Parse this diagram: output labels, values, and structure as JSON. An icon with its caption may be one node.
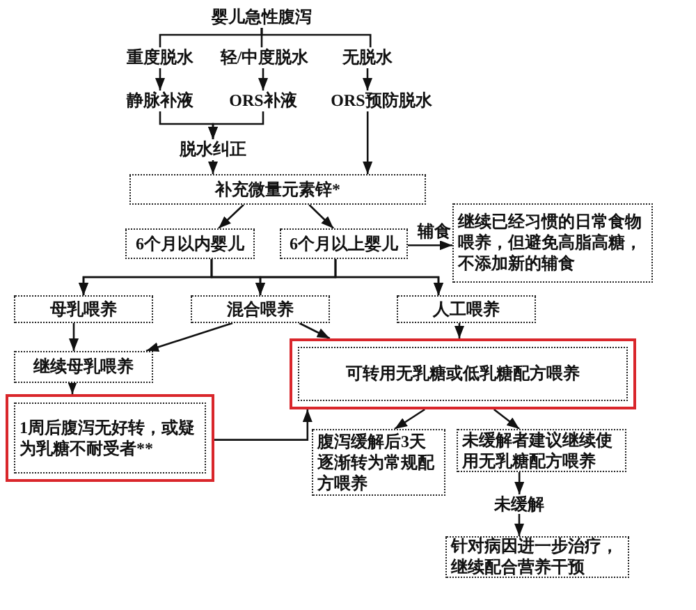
{
  "diagram": {
    "nodes": [
      {
        "text": [
          "婴儿急性腹泻"
        ]
      },
      {
        "text": [
          "重度脱水"
        ]
      },
      {
        "text": [
          "轻/中度脱水"
        ]
      },
      {
        "text": [
          "无脱水"
        ]
      },
      {
        "text": [
          "静脉补液"
        ]
      },
      {
        "text": [
          "ORS补液"
        ]
      },
      {
        "text": [
          "ORS预防脱水"
        ]
      },
      {
        "text": [
          "脱水纠正"
        ]
      },
      {
        "text": [
          "补充微量元素锌*"
        ]
      },
      {
        "text": [
          "6个月以内婴儿"
        ]
      },
      {
        "text": [
          "6个月以上婴儿"
        ]
      },
      {
        "text": [
          "继续已经习惯的日常食物喂养，但避免高脂高糖，不添加新的辅食"
        ]
      },
      {
        "text": [
          "母乳喂养"
        ]
      },
      {
        "text": [
          "混合喂养"
        ]
      },
      {
        "text": [
          "人工喂养"
        ]
      },
      {
        "text": [
          "继续母乳喂养"
        ]
      },
      {
        "text": [
          "可转用无乳糖或低乳糖配方喂养"
        ]
      },
      {
        "text": [
          "1周后腹泻无好转，或疑为乳糖不耐受者**"
        ]
      },
      {
        "text": [
          "腹泻缓解后3天逐渐转为常规配方喂养"
        ]
      },
      {
        "text": [
          "未缓解者建议继续使用无乳糖配方喂养"
        ]
      },
      {
        "text": [
          "未缓解"
        ]
      },
      {
        "text": [
          "针对病因进一步治疗，继续配合营养干预"
        ]
      }
    ],
    "edges": [
      {
        "from": 0,
        "to": 1,
        "arrow": "none"
      },
      {
        "from": 0,
        "to": 2,
        "arrow": "none"
      },
      {
        "from": 0,
        "to": 3,
        "arrow": "none"
      },
      {
        "from": 1,
        "to": 4,
        "arrow": "to"
      },
      {
        "from": 2,
        "to": 5,
        "arrow": "to"
      },
      {
        "from": 3,
        "to": 6,
        "arrow": "to"
      },
      {
        "from": 4,
        "to": 7,
        "arrow": "to"
      },
      {
        "from": 5,
        "to": 7,
        "arrow": "to"
      },
      {
        "from": 7,
        "to": 8,
        "arrow": "to"
      },
      {
        "from": 6,
        "to": 8,
        "arrow": "to"
      },
      {
        "from": 8,
        "to": 9,
        "arrow": "to"
      },
      {
        "from": 8,
        "to": 10,
        "arrow": "to"
      },
      {
        "from": 10,
        "to": 11,
        "label": "辅食",
        "arrow": "to"
      },
      {
        "from": 9,
        "to": 12,
        "arrow": "to"
      },
      {
        "from": 9,
        "to": 13,
        "arrow": "to"
      },
      {
        "from": 9,
        "to": 14,
        "arrow": "to"
      },
      {
        "from": 10,
        "to": 12,
        "arrow": "to"
      },
      {
        "from": 10,
        "to": 13,
        "arrow": "to"
      },
      {
        "from": 10,
        "to": 14,
        "arrow": "to"
      },
      {
        "from": 12,
        "to": 15,
        "arrow": "to"
      },
      {
        "from": 13,
        "to": 15,
        "arrow": "to"
      },
      {
        "from": 13,
        "to": 16,
        "arrow": "to"
      },
      {
        "from": 14,
        "to": 16,
        "arrow": "to"
      },
      {
        "from": 15,
        "to": 17,
        "arrow": "to"
      },
      {
        "from": 17,
        "to": 16,
        "arrow": "to"
      },
      {
        "from": 16,
        "to": 18,
        "arrow": "to"
      },
      {
        "from": 16,
        "to": 19,
        "arrow": "to"
      },
      {
        "from": 19,
        "to": 20,
        "arrow": "to"
      },
      {
        "from": 20,
        "to": 21,
        "arrow": "to"
      }
    ]
  }
}
